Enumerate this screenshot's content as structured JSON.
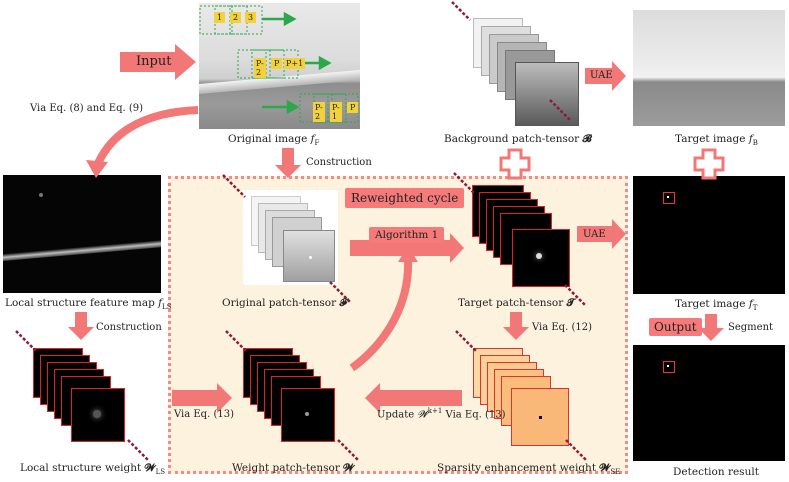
{
  "input_label": "Input",
  "output_label": "Output",
  "reweighted_label": "Reweighted cycle",
  "algorithm_label": "Algorithm 1",
  "uae_top": "UAE",
  "uae_mid": "UAE",
  "eq89": "Via Eq. (8) and Eq. (9)",
  "construction_top": "Construction",
  "construction_left": "Construction",
  "via_eq12": "Via Eq. (12)",
  "via_eq13": "Via Eq. (13)",
  "update_prefix": "Update ",
  "update_suffix": " Via Eq. (13)",
  "segment": "Segment",
  "captions": {
    "original_image": "Original image ",
    "background_tensor": "Background patch-tensor ",
    "target_image_b": "Target image ",
    "local_structure_map": "Local structure feature map ",
    "original_tensor": "Original patch-tensor ",
    "target_tensor": "Target patch-tensor ",
    "target_image_t": "Target image ",
    "local_structure_weight": "Local structure weight ",
    "weight_tensor": "Weight patch-tensor ",
    "sparsity_weight": "Sparsity enhancement weight ",
    "detection_result": "Detection result"
  },
  "symbols": {
    "fF": "f",
    "fF_sub": "F",
    "B": "𝓑",
    "fB": "f",
    "fB_sub": "B",
    "fLS": "f",
    "fLS_sub": "LS",
    "F": "𝓕",
    "T": "𝓣",
    "fT": "f",
    "fT_sub": "T",
    "WLS": "𝓦",
    "WLS_sub": "LS",
    "W": "𝓦",
    "WSE": "𝓦",
    "WSE_sub": "SE",
    "Wk": "𝓦",
    "Wk_sup": "k+1"
  },
  "patch_labels_row1": [
    "1",
    "2",
    "3"
  ],
  "patch_labels_row2": [
    "P-2",
    "P",
    "P+1"
  ],
  "patch_labels_row3": [
    "P-2",
    "P-1",
    "P"
  ]
}
